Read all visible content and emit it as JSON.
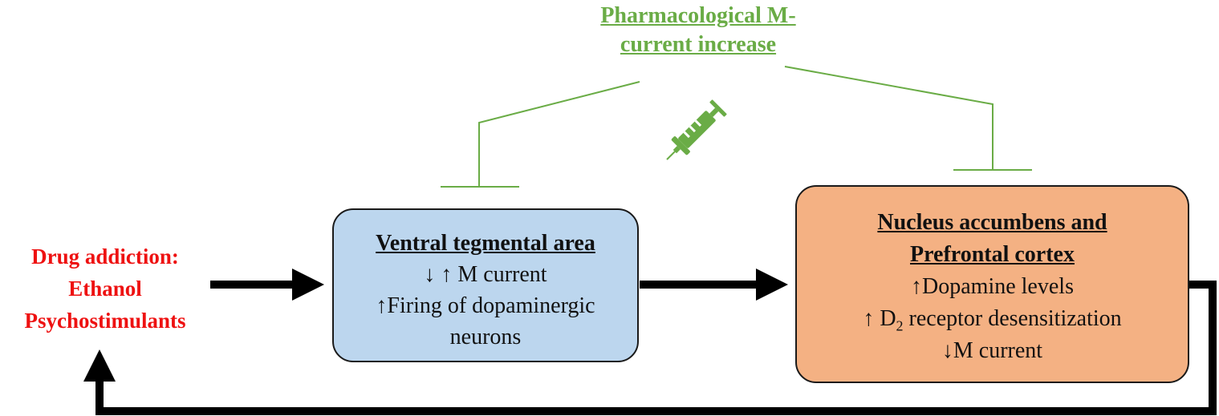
{
  "title_lines": [
    "Pharmacological M-",
    "current increase"
  ],
  "colors": {
    "green": "#6aac46",
    "red": "#ee1111",
    "blue_box": "#bcd6ee",
    "orange_box": "#f4b183",
    "arrow": "#000000"
  },
  "icons": [
    "syringe-icon"
  ],
  "drug": {
    "lines": [
      "Drug addiction:",
      "Ethanol",
      "Psychostimulants"
    ]
  },
  "vta": {
    "heading": "Ventral tegmental area",
    "lines": [
      "↓ ↑ M current",
      "↑Firing of dopaminergic",
      "neurons"
    ]
  },
  "nac": {
    "heading_lines": [
      "Nucleus accumbens and",
      "Prefrontal cortex"
    ],
    "line1": "↑Dopamine levels",
    "line2_prefix": "↑ D",
    "line2_sub": "2",
    "line2_suffix": " receptor desensitization",
    "line3": "↓M current"
  }
}
